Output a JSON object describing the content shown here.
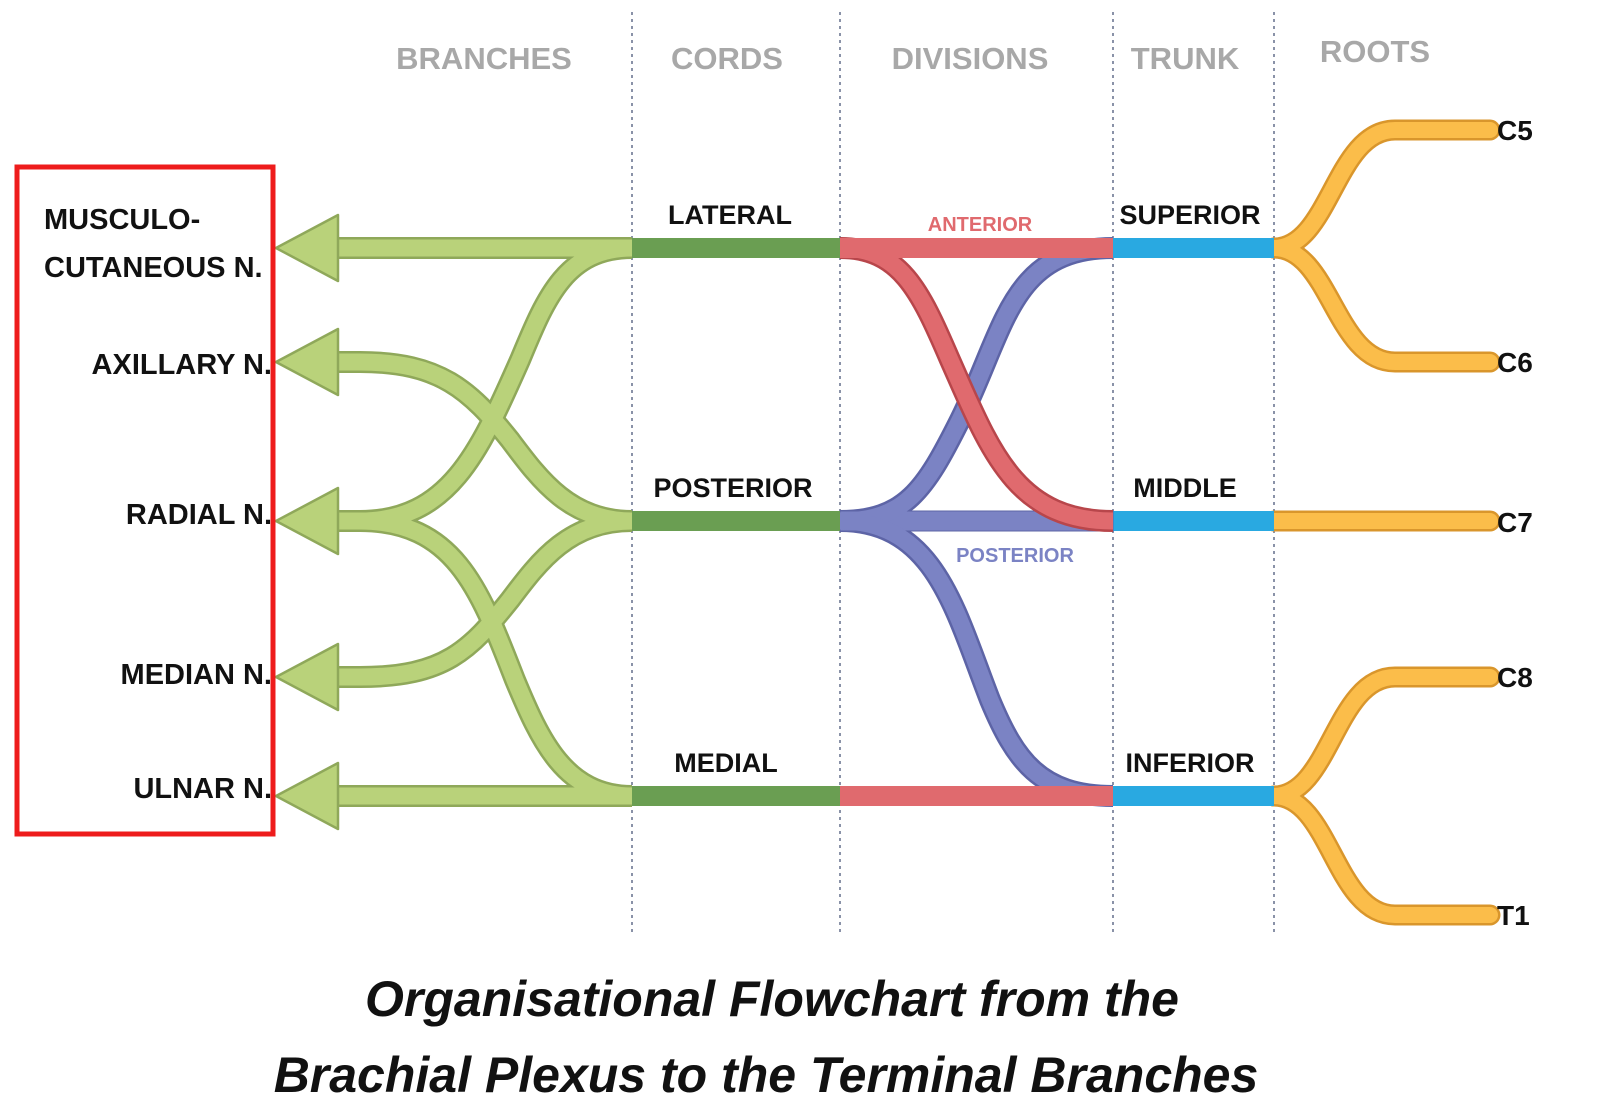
{
  "columns": [
    "BRANCHES",
    "CORDS",
    "DIVISIONS",
    "TRUNK",
    "ROOTS"
  ],
  "roots": [
    "C5",
    "C6",
    "C7",
    "C8",
    "T1"
  ],
  "trunks": [
    "SUPERIOR",
    "MIDDLE",
    "INFERIOR"
  ],
  "divisions": {
    "anterior": "ANTERIOR",
    "posterior": "POSTERIOR"
  },
  "cords": [
    "LATERAL",
    "POSTERIOR",
    "MEDIAL"
  ],
  "branches": {
    "musculocutaneous_line1": "MUSCULO-",
    "musculocutaneous_line2": "CUTANEOUS N.",
    "axillary": "AXILLARY N.",
    "radial": "RADIAL N.",
    "median": "MEDIAN N.",
    "ulnar": "ULNAR N."
  },
  "caption": {
    "line1": "Organisational Flowchart from the",
    "line2": "Brachial Plexus to the Terminal Branches"
  },
  "colors": {
    "roots": "#fbbd4a",
    "trunks": "#29a9e1",
    "anterior_division": "#e06a6e",
    "posterior_division": "#7b83c4",
    "cords": "#6a9e52",
    "branches": "#b9d27a",
    "header_text": "#a8a8a8",
    "highlight_box": "#ee1c1c"
  }
}
